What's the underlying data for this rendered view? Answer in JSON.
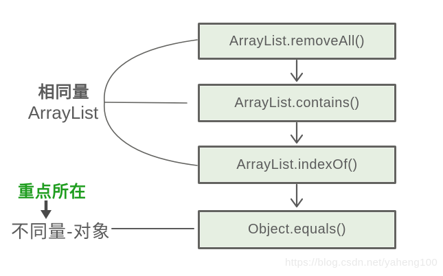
{
  "diagram": {
    "boxes": [
      {
        "label": "ArrayList.removeAll()"
      },
      {
        "label": "ArrayList.contains()"
      },
      {
        "label": "ArrayList.indexOf()"
      },
      {
        "label": "Object.equals()"
      }
    ],
    "left_labels": {
      "same_group_line1": "相同量",
      "same_group_line2": "ArrayList",
      "highlight": "重点所在",
      "different": "不同量-对象"
    },
    "watermark": "https://blog.csdn.net/yaheng100",
    "colors": {
      "box_fill": "#e6efe2",
      "box_border": "#636360",
      "text": "#5b5b5b",
      "highlight_green": "#1f9d1f",
      "arrow": "#5a5a5a",
      "dark_arrow": "#4a4a4a",
      "watermark": "#e9e9e9"
    }
  }
}
